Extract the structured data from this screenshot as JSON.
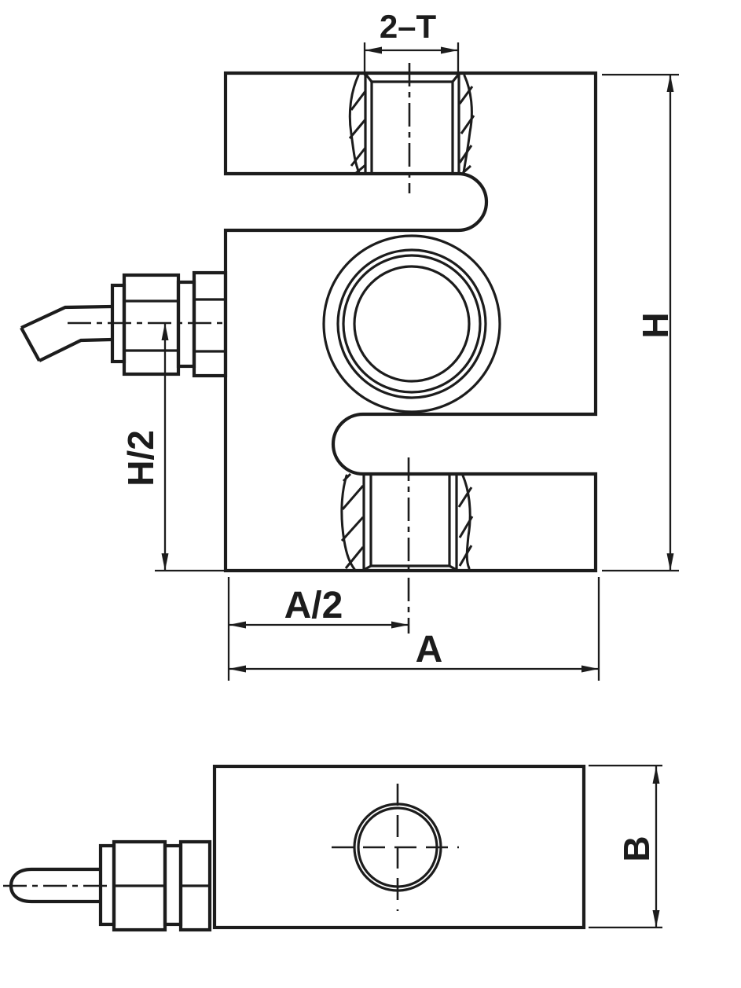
{
  "colors": {
    "ink": "#1c1c1c",
    "background": "#ffffff"
  },
  "drawing": {
    "front_view": {
      "dim_thread": "2–T",
      "dim_height": "H",
      "dim_half_height": "H/2",
      "dim_half_width": "A/2",
      "dim_width": "A"
    },
    "side_view": {
      "dim_depth": "B"
    }
  }
}
